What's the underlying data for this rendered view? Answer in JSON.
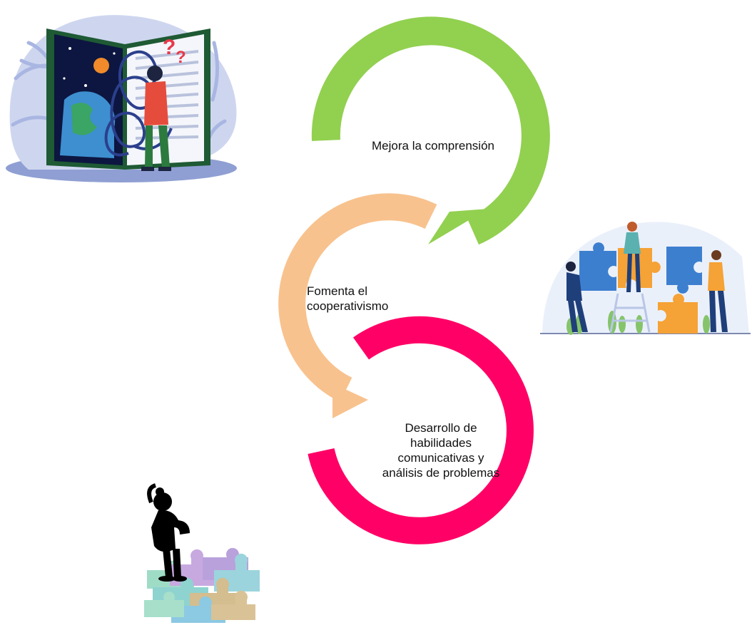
{
  "diagram": {
    "steps": [
      {
        "label": "Mejora la comprensión",
        "color": "#92D050"
      },
      {
        "label": "Fomenta el\ncooperativismo",
        "color": "#F8C28E"
      },
      {
        "label": "Desarrollo de\nhabilidades\ncomunicativas y\nanálisis de problemas",
        "color": "#FF0066"
      }
    ]
  },
  "illustrations": [
    {
      "icon": "book-confused-reader-illustration"
    },
    {
      "icon": "team-puzzle-illustration"
    },
    {
      "icon": "thinking-person-puzzle-illustration"
    }
  ]
}
